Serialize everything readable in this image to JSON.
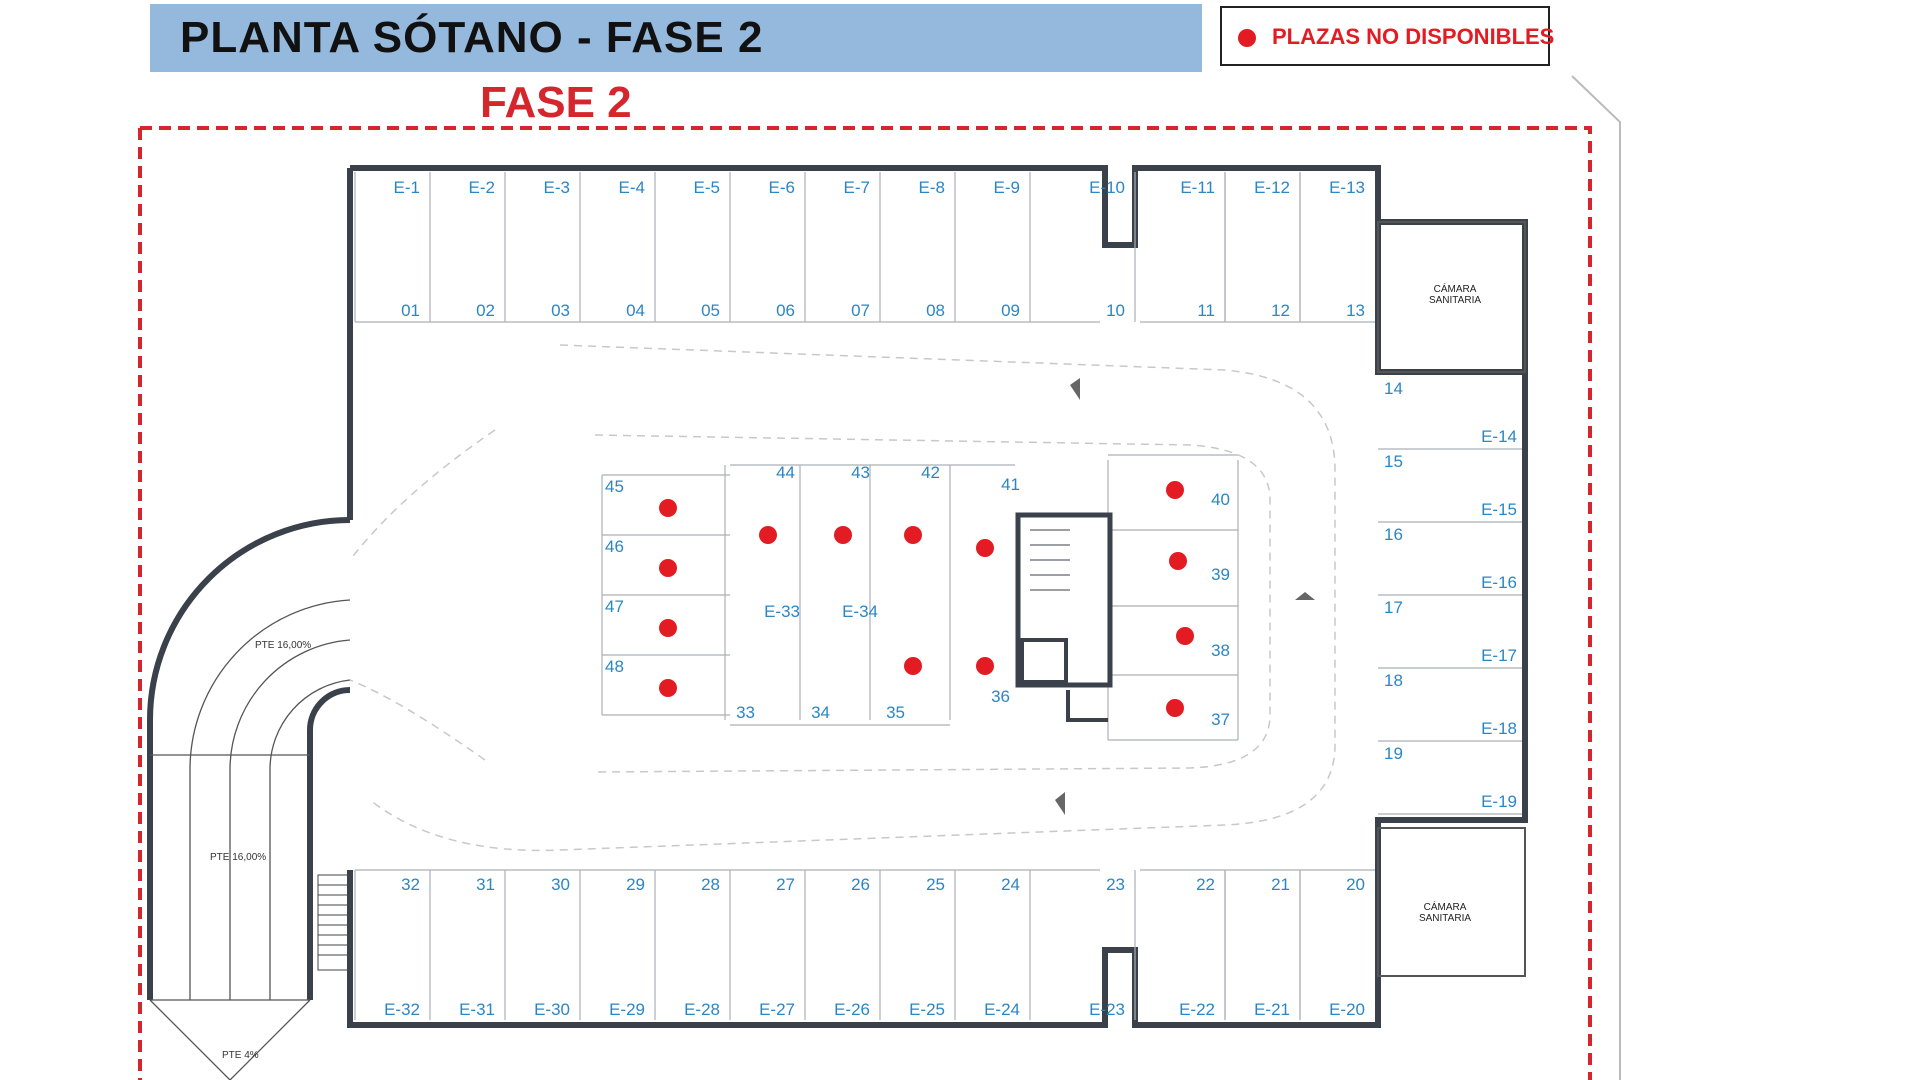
{
  "header": {
    "title": "PLANTA SÓTANO - FASE 2"
  },
  "legend": {
    "label": "PLAZAS NO DISPONIBLES",
    "color": "#e31b23"
  },
  "phase_label": "FASE 2",
  "rooms": {
    "camara_top": "CÁMARA\nSANITARIA",
    "camara_bottom": "CÁMARA\nSANITARIA"
  },
  "ramp": {
    "slope_upper": "PTE 16,00%",
    "slope_lower": "PTE 16,00%",
    "slope_exit": "PTE 4%"
  },
  "top_row": [
    {
      "code": "E-1",
      "num": "01"
    },
    {
      "code": "E-2",
      "num": "02"
    },
    {
      "code": "E-3",
      "num": "03"
    },
    {
      "code": "E-4",
      "num": "04"
    },
    {
      "code": "E-5",
      "num": "05"
    },
    {
      "code": "E-6",
      "num": "06"
    },
    {
      "code": "E-7",
      "num": "07"
    },
    {
      "code": "E-8",
      "num": "08"
    },
    {
      "code": "E-9",
      "num": "09"
    },
    {
      "code": "E-10",
      "num": "10"
    },
    {
      "code": "E-11",
      "num": "11"
    },
    {
      "code": "E-12",
      "num": "12"
    },
    {
      "code": "E-13",
      "num": "13"
    }
  ],
  "bottom_row": [
    {
      "code": "E-32",
      "num": "32"
    },
    {
      "code": "E-31",
      "num": "31"
    },
    {
      "code": "E-30",
      "num": "30"
    },
    {
      "code": "E-29",
      "num": "29"
    },
    {
      "code": "E-28",
      "num": "28"
    },
    {
      "code": "E-27",
      "num": "27"
    },
    {
      "code": "E-26",
      "num": "26"
    },
    {
      "code": "E-25",
      "num": "25"
    },
    {
      "code": "E-24",
      "num": "24"
    },
    {
      "code": "E-23",
      "num": "23"
    },
    {
      "code": "E-22",
      "num": "22"
    },
    {
      "code": "E-21",
      "num": "21"
    },
    {
      "code": "E-20",
      "num": "20"
    }
  ],
  "right_column": [
    {
      "code": "E-14",
      "num": "14"
    },
    {
      "code": "E-15",
      "num": "15"
    },
    {
      "code": "E-16",
      "num": "16"
    },
    {
      "code": "E-17",
      "num": "17"
    },
    {
      "code": "E-18",
      "num": "18"
    },
    {
      "code": "E-19",
      "num": "19"
    }
  ],
  "island": {
    "left": [
      "45",
      "46",
      "47",
      "48"
    ],
    "top": [
      "44",
      "43",
      "42",
      "41"
    ],
    "bottom": [
      "33",
      "34",
      "35",
      "36"
    ],
    "right": [
      "40",
      "39",
      "38",
      "37"
    ],
    "codes": [
      "E-33",
      "E-34"
    ]
  },
  "unavailable": [
    "45",
    "46",
    "47",
    "48",
    "44",
    "43",
    "42",
    "41",
    "35",
    "36",
    "40",
    "39",
    "38",
    "37"
  ]
}
